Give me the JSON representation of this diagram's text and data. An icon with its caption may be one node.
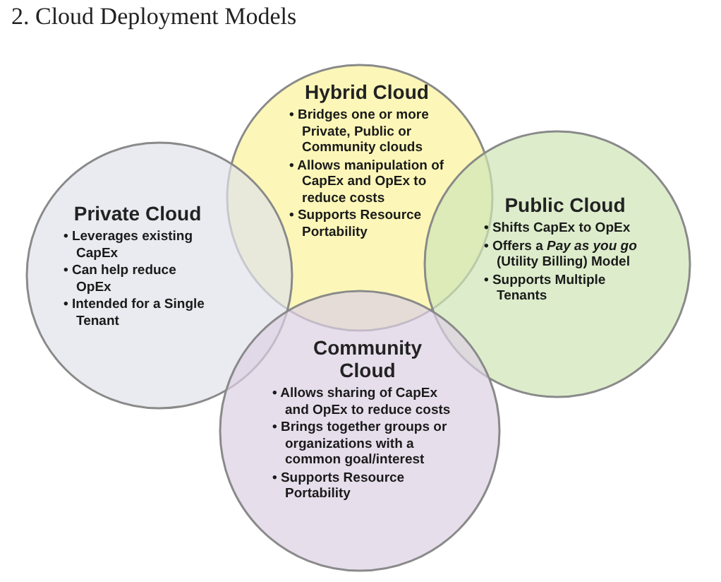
{
  "diagram": {
    "title": "2. Cloud Deployment Models",
    "nodes": [
      {
        "text": [
          "Hybrid Cloud",
          "• Bridges one or more Private, Public or Community clouds",
          "• Allows manipulation of CapEx and OpEx to reduce costs",
          "• Supports Resource Portability"
        ]
      },
      {
        "text": [
          "Private Cloud",
          "• Leverages existing CapEx",
          "• Can help reduce OpEx",
          "• Intended for a Single Tenant"
        ]
      },
      {
        "text": [
          "Public Cloud",
          "• Shifts CapEx to OpEx",
          "• Offers a *Pay as you go* (Utility Billing) Model",
          "• Supports Multiple Tenants"
        ]
      },
      {
        "text": [
          "Community Cloud",
          "• Allows sharing of CapEx and OpEx to reduce costs",
          "• Brings together groups or organizations with a common goal/interest",
          "• Supports Resource Portability"
        ]
      }
    ],
    "edges": []
  }
}
